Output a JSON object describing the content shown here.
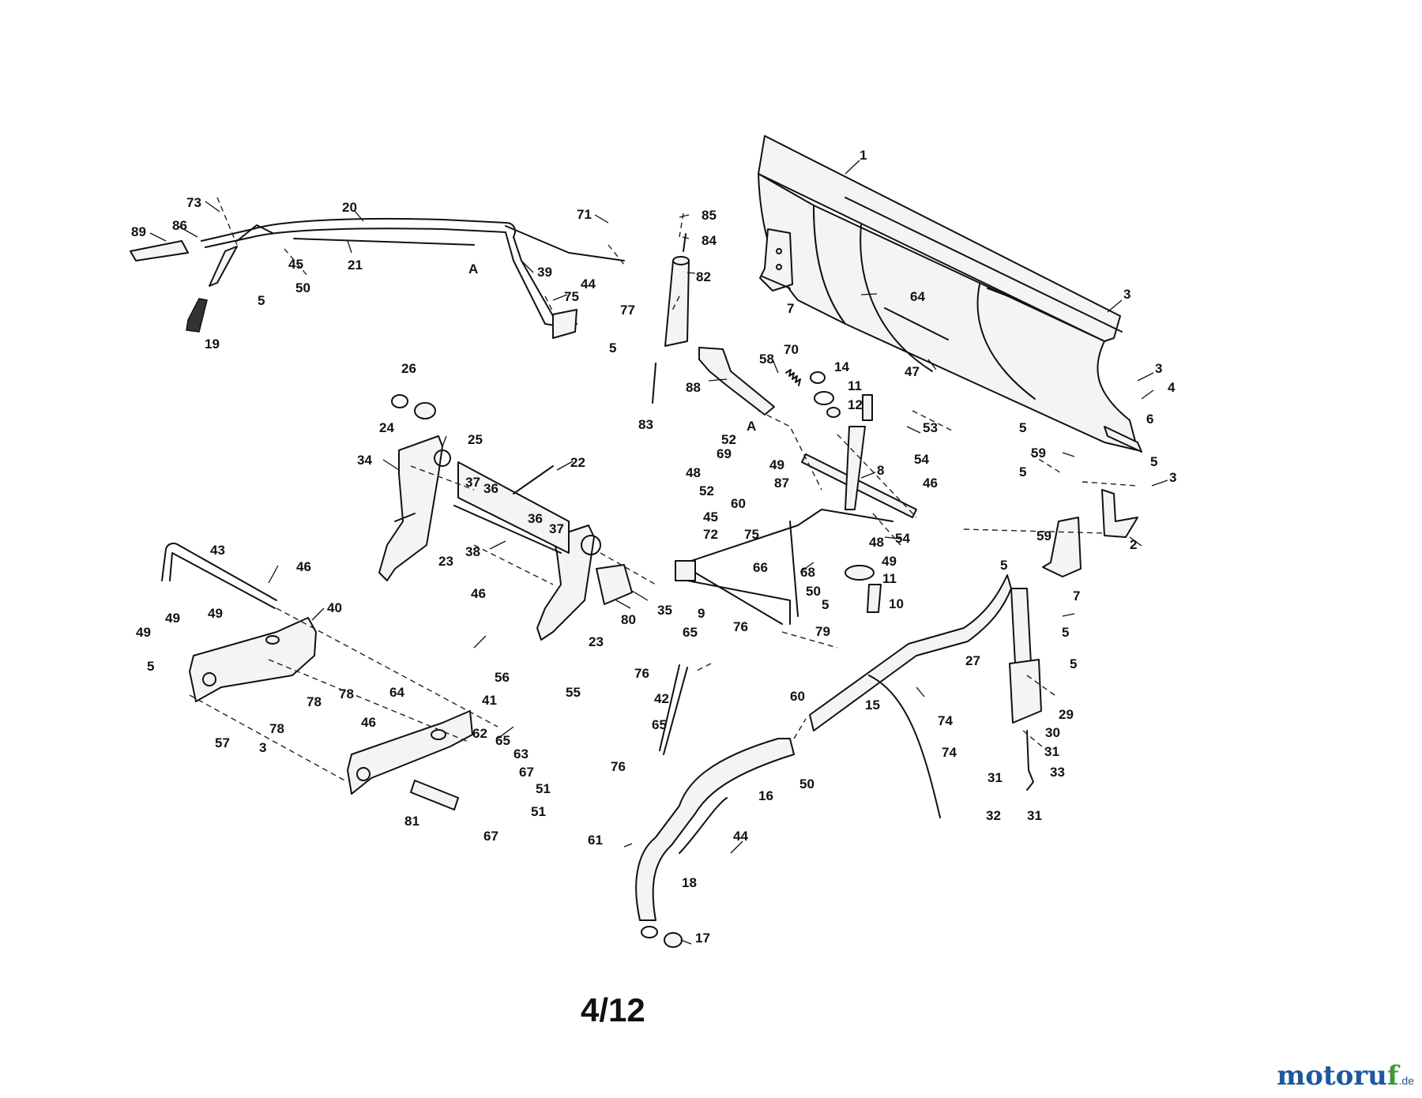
{
  "page_number": "4/12",
  "watermark": {
    "main": "motoru",
    "accent": "f",
    "suffix": ".de"
  },
  "colors": {
    "lineart": "#111111",
    "watermark_blue": "#1a58a6",
    "watermark_green": "#3d9a3a"
  },
  "callouts": [
    {
      "id": "c1",
      "text": "1"
    },
    {
      "id": "c3a",
      "text": "3"
    },
    {
      "id": "c3b",
      "text": "3"
    },
    {
      "id": "c4",
      "text": "4"
    },
    {
      "id": "c6",
      "text": "6"
    },
    {
      "id": "c5a",
      "text": "5"
    },
    {
      "id": "c59a",
      "text": "59"
    },
    {
      "id": "c5b",
      "text": "5"
    },
    {
      "id": "c5c",
      "text": "5"
    },
    {
      "id": "c64a",
      "text": "64"
    },
    {
      "id": "c47",
      "text": "47"
    },
    {
      "id": "c7a",
      "text": "7"
    },
    {
      "id": "c85",
      "text": "85"
    },
    {
      "id": "c84",
      "text": "84"
    },
    {
      "id": "c82",
      "text": "82"
    },
    {
      "id": "c83",
      "text": "83"
    },
    {
      "id": "c73",
      "text": "73"
    },
    {
      "id": "c20",
      "text": "20"
    },
    {
      "id": "c89",
      "text": "89"
    },
    {
      "id": "c86",
      "text": "86"
    },
    {
      "id": "c21",
      "text": "21"
    },
    {
      "id": "cA1",
      "text": "A"
    },
    {
      "id": "c45a",
      "text": "45"
    },
    {
      "id": "c50a",
      "text": "50"
    },
    {
      "id": "c5d",
      "text": "5"
    },
    {
      "id": "c19",
      "text": "19"
    },
    {
      "id": "c71",
      "text": "71"
    },
    {
      "id": "c44a",
      "text": "44"
    },
    {
      "id": "c77",
      "text": "77"
    },
    {
      "id": "c39",
      "text": "39"
    },
    {
      "id": "c75a",
      "text": "75"
    },
    {
      "id": "c5e",
      "text": "5"
    },
    {
      "id": "c26",
      "text": "26"
    },
    {
      "id": "c24",
      "text": "24"
    },
    {
      "id": "c25",
      "text": "25"
    },
    {
      "id": "c34",
      "text": "34"
    },
    {
      "id": "c22",
      "text": "22"
    },
    {
      "id": "c37a",
      "text": "37"
    },
    {
      "id": "c36a",
      "text": "36"
    },
    {
      "id": "c36b",
      "text": "36"
    },
    {
      "id": "c37b",
      "text": "37"
    },
    {
      "id": "c38",
      "text": "38"
    },
    {
      "id": "c23a",
      "text": "23"
    },
    {
      "id": "c35",
      "text": "35"
    },
    {
      "id": "c80",
      "text": "80"
    },
    {
      "id": "c23b",
      "text": "23"
    },
    {
      "id": "c46a",
      "text": "46"
    },
    {
      "id": "c56",
      "text": "56"
    },
    {
      "id": "c55",
      "text": "55"
    },
    {
      "id": "c43",
      "text": "43"
    },
    {
      "id": "c46b",
      "text": "46"
    },
    {
      "id": "c40",
      "text": "40"
    },
    {
      "id": "c49a",
      "text": "49"
    },
    {
      "id": "c49b",
      "text": "49"
    },
    {
      "id": "c49c",
      "text": "49"
    },
    {
      "id": "c5f",
      "text": "5"
    },
    {
      "id": "c78a",
      "text": "78"
    },
    {
      "id": "c78b",
      "text": "78"
    },
    {
      "id": "c78c",
      "text": "78"
    },
    {
      "id": "c57",
      "text": "57"
    },
    {
      "id": "c3c",
      "text": "3"
    },
    {
      "id": "c64b",
      "text": "64"
    },
    {
      "id": "c41",
      "text": "41"
    },
    {
      "id": "c46c",
      "text": "46"
    },
    {
      "id": "c62",
      "text": "62"
    },
    {
      "id": "c65a",
      "text": "65"
    },
    {
      "id": "c63",
      "text": "63"
    },
    {
      "id": "c67a",
      "text": "67"
    },
    {
      "id": "c51a",
      "text": "51"
    },
    {
      "id": "c51b",
      "text": "51"
    },
    {
      "id": "c81",
      "text": "81"
    },
    {
      "id": "c67b",
      "text": "67"
    },
    {
      "id": "c88",
      "text": "88"
    },
    {
      "id": "c58",
      "text": "58"
    },
    {
      "id": "c70",
      "text": "70"
    },
    {
      "id": "c14",
      "text": "14"
    },
    {
      "id": "c11a",
      "text": "11"
    },
    {
      "id": "c12",
      "text": "12"
    },
    {
      "id": "cA2",
      "text": "A"
    },
    {
      "id": "c52a",
      "text": "52"
    },
    {
      "id": "c69",
      "text": "69"
    },
    {
      "id": "c48a",
      "text": "48"
    },
    {
      "id": "c49d",
      "text": "49"
    },
    {
      "id": "c87",
      "text": "87"
    },
    {
      "id": "c52b",
      "text": "52"
    },
    {
      "id": "c60a",
      "text": "60"
    },
    {
      "id": "c45b",
      "text": "45"
    },
    {
      "id": "c72",
      "text": "72"
    },
    {
      "id": "c75b",
      "text": "75"
    },
    {
      "id": "c66",
      "text": "66"
    },
    {
      "id": "c53",
      "text": "53"
    },
    {
      "id": "c54a",
      "text": "54"
    },
    {
      "id": "c8",
      "text": "8"
    },
    {
      "id": "c46d",
      "text": "46"
    },
    {
      "id": "c54b",
      "text": "54"
    },
    {
      "id": "c48b",
      "text": "48"
    },
    {
      "id": "c49e",
      "text": "49"
    },
    {
      "id": "c11b",
      "text": "11"
    },
    {
      "id": "c68",
      "text": "68"
    },
    {
      "id": "c50b",
      "text": "50"
    },
    {
      "id": "c5g",
      "text": "5"
    },
    {
      "id": "c10",
      "text": "10"
    },
    {
      "id": "c9",
      "text": "9"
    },
    {
      "id": "c76a",
      "text": "76"
    },
    {
      "id": "c79",
      "text": "79"
    },
    {
      "id": "c3d",
      "text": "3"
    },
    {
      "id": "c2",
      "text": "2"
    },
    {
      "id": "c59b",
      "text": "59"
    },
    {
      "id": "c5h",
      "text": "5"
    },
    {
      "id": "c7b",
      "text": "7"
    },
    {
      "id": "c65b",
      "text": "65"
    },
    {
      "id": "c76b",
      "text": "76"
    },
    {
      "id": "c42",
      "text": "42"
    },
    {
      "id": "c65c",
      "text": "65"
    },
    {
      "id": "c76c",
      "text": "76"
    },
    {
      "id": "c27",
      "text": "27"
    },
    {
      "id": "c15",
      "text": "15"
    },
    {
      "id": "c5i",
      "text": "5"
    },
    {
      "id": "c5j",
      "text": "5"
    },
    {
      "id": "c29",
      "text": "29"
    },
    {
      "id": "c74a",
      "text": "74"
    },
    {
      "id": "c74b",
      "text": "74"
    },
    {
      "id": "c30",
      "text": "30"
    },
    {
      "id": "c31a",
      "text": "31"
    },
    {
      "id": "c33",
      "text": "33"
    },
    {
      "id": "c31b",
      "text": "31"
    },
    {
      "id": "c32",
      "text": "32"
    },
    {
      "id": "c31c",
      "text": "31"
    },
    {
      "id": "c60b",
      "text": "60"
    },
    {
      "id": "c50c",
      "text": "50"
    },
    {
      "id": "c16",
      "text": "16"
    },
    {
      "id": "c44b",
      "text": "44"
    },
    {
      "id": "c61",
      "text": "61"
    },
    {
      "id": "c18",
      "text": "18"
    },
    {
      "id": "c17",
      "text": "17"
    }
  ]
}
